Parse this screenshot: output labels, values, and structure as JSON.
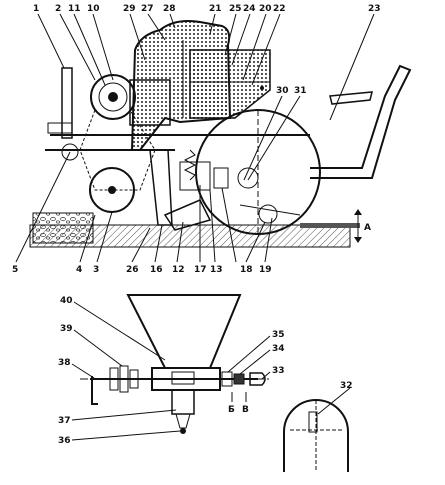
{
  "labels": {
    "n1": "1",
    "n2": "2",
    "n3": "3",
    "n4": "4",
    "n5": "5",
    "n10": "10",
    "n11": "11",
    "n12": "12",
    "n13": "13",
    "n16": "16",
    "n17": "17",
    "n18": "18",
    "n19": "19",
    "n20": "20",
    "n21": "21",
    "n22": "22",
    "n23": "23",
    "n24": "24",
    "n25": "25",
    "n26": "26",
    "n27": "27",
    "n28": "28",
    "n29": "29",
    "n30": "30",
    "n31": "31",
    "n32": "32",
    "n33": "33",
    "n34": "34",
    "n35": "35",
    "n36": "36",
    "n37": "37",
    "n38": "38",
    "n39": "39",
    "n40": "40",
    "dim_a": "А",
    "sec_b": "Б",
    "sec_v": "В"
  },
  "colors": {
    "ink": "#111111",
    "paper": "#ffffff",
    "seed": "#333333",
    "hatch": "#777777"
  }
}
